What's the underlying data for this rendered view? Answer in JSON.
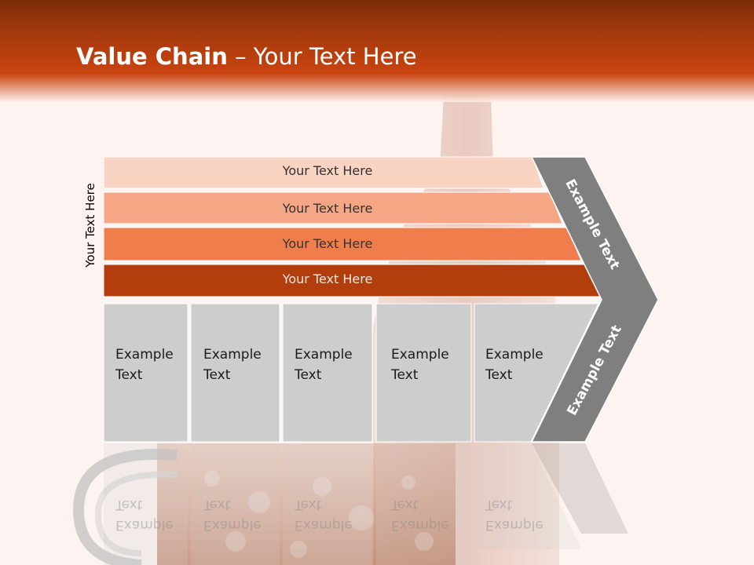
{
  "title": {
    "bold": "Value Chain",
    "rest": " – Your Text Here"
  },
  "side_label": "Your Text Here",
  "bars": [
    "Your Text Here",
    "Your Text Here",
    "Your Text Here",
    "Your Text Here"
  ],
  "boxes": [
    "Example\nText",
    "Example\nText",
    "Example\nText",
    "Example\nText",
    "Example\nText"
  ],
  "chevron_top": "Example Text",
  "chevron_bottom": "Example Text",
  "colors": {
    "header": "#b03a0e",
    "bar1": "#fad4c3",
    "bar2": "#f5a685",
    "bar3": "#f07e4c",
    "bar4": "#b33e0d",
    "box": "#cdcdcd",
    "chevron": "#7f7f7f"
  }
}
